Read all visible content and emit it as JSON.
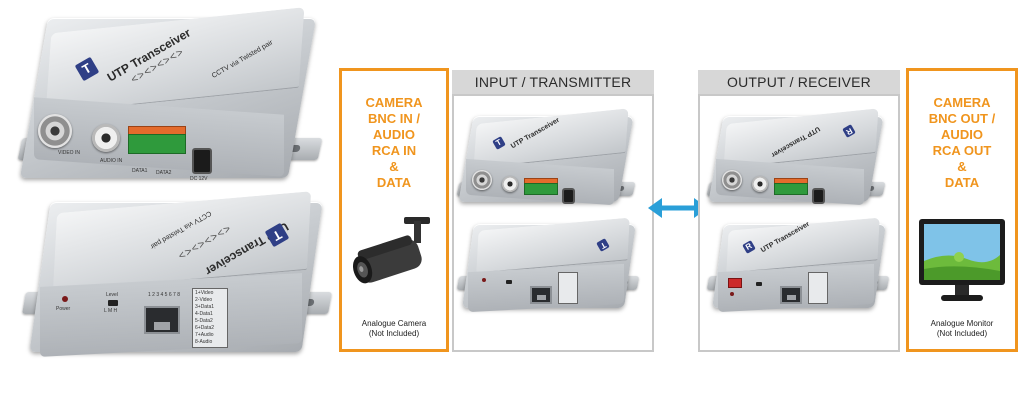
{
  "devices": {
    "transmitter_large": {
      "title": "UTP Transceiver",
      "subtitle": "CCTV via Twisted pair",
      "logo": "T",
      "ports": {
        "video_in": "VIDEO IN",
        "audio_in": "AUDIO IN",
        "data1": "DATA1",
        "data2": "DATA2",
        "dc": "DC 12V"
      }
    },
    "receiver_large": {
      "title": "UTP Transceiver",
      "subtitle": "CCTV via Twisted pair",
      "logo": "T",
      "power_label": "Power",
      "level_label": "Level",
      "level_marks": "L  M  H",
      "pin_numbers": "1 2 3 4 5 6 7 8",
      "pin_table": [
        "1+Video",
        "2-Video",
        "3+Data1",
        "4-Data1",
        "5-Data2",
        "6+Data2",
        "7+Audio",
        "8-Audio"
      ]
    }
  },
  "input_panel": {
    "title": "INPUT / TRANSMITTER",
    "device_title": "UTP Transceiver",
    "logo": "T"
  },
  "output_panel": {
    "title": "OUTPUT / RECEIVER",
    "device_title": "UTP Transceiver",
    "logo": "R"
  },
  "camera_box": {
    "lines": [
      "CAMERA",
      "BNC IN /",
      "AUDIO",
      "RCA IN",
      "&",
      "DATA"
    ],
    "caption_line1": "Analogue Camera",
    "caption_line2": "(Not Included)"
  },
  "monitor_box": {
    "lines": [
      "CAMERA",
      "BNC OUT /",
      "AUDIO",
      "RCA OUT",
      "&",
      "DATA"
    ],
    "caption_line1": "Analogue Monitor",
    "caption_line2": "(Not Included)"
  },
  "colors": {
    "accent_orange": "#f0951e",
    "arrow_blue": "#2a9fd8",
    "panel_gray": "#d7d7d7",
    "logo_blue": "#2f3f86"
  }
}
